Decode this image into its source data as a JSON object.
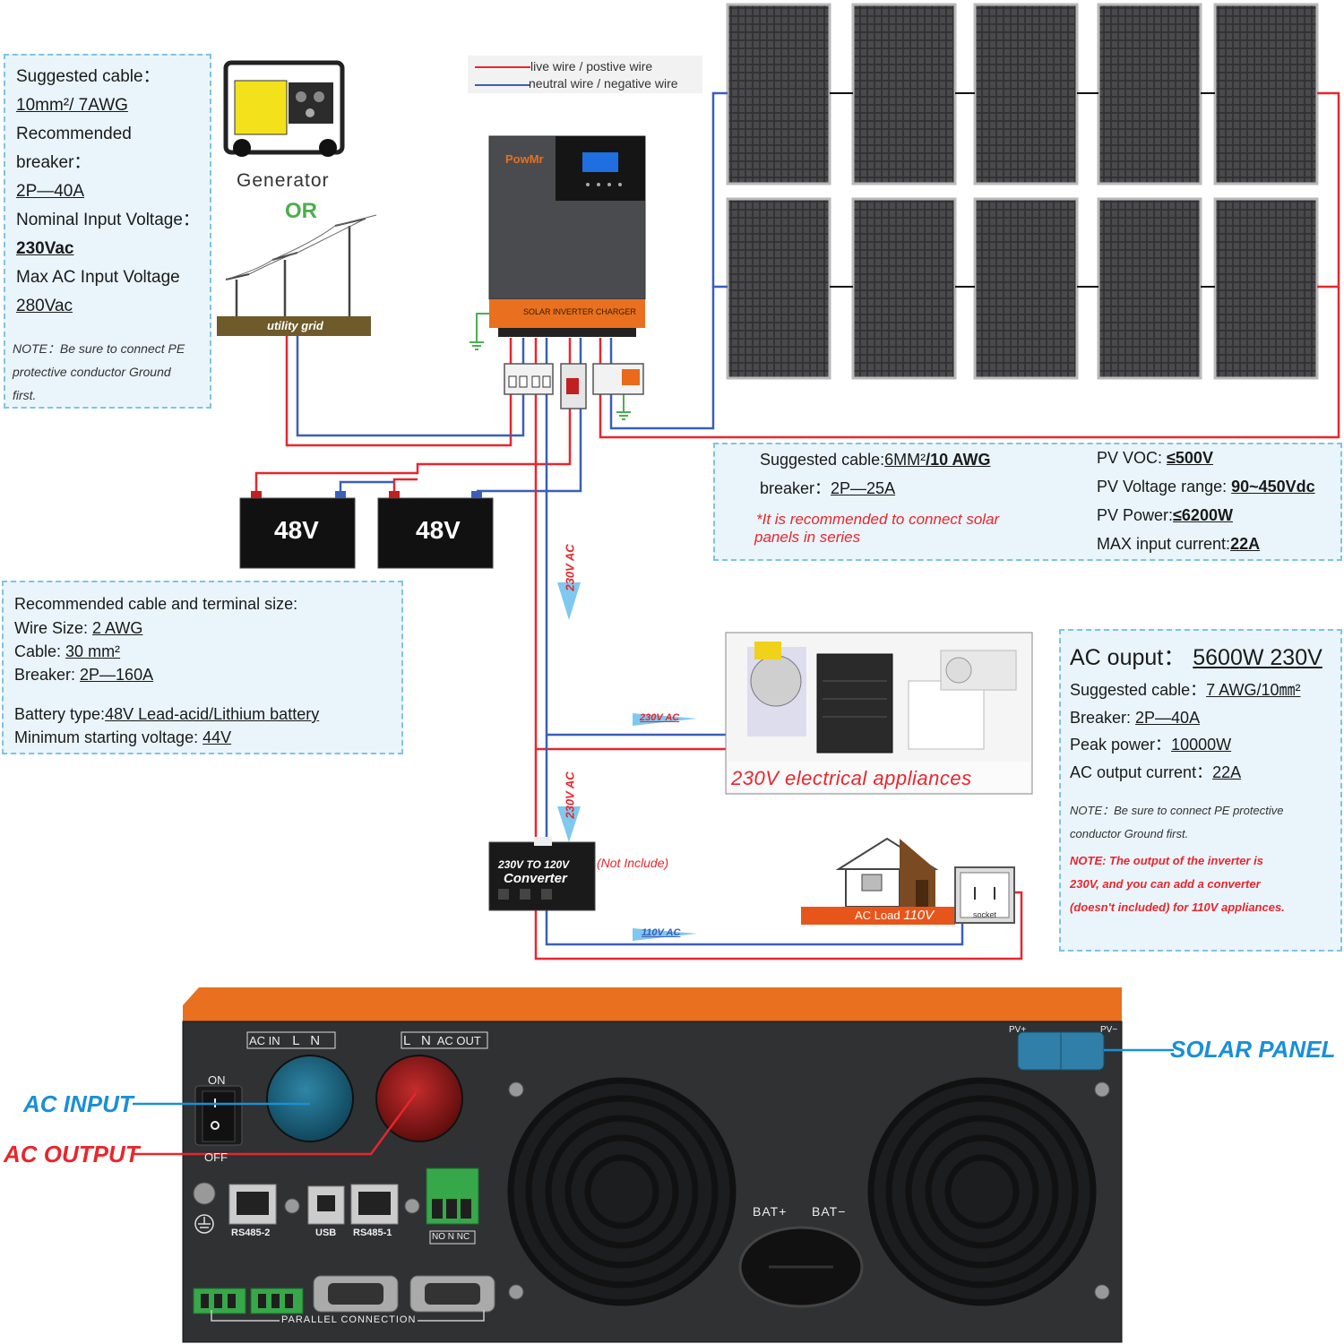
{
  "legend": {
    "live": "live wire / postive wire",
    "neutral": "neutral wire / negative wire",
    "live_color": "#e8262c",
    "neutral_color": "#3a5fb8"
  },
  "ac_input_box": {
    "l1": "Suggested cable：",
    "l2a": "10mm²",
    "l2b": "/ 7AWG",
    "l3": "Recommended breaker：",
    "l4": "2P—40A",
    "l5": "Nominal Input Voltage：",
    "l6": "230Vac",
    "l7": "Max AC Input Voltage",
    "l8": "280Vac",
    "note1": "NOTE：Be sure to  connect PE",
    "note2": "protective  conductor Ground",
    "note3": "first."
  },
  "sources": {
    "generator": "Generator",
    "or": "OR",
    "grid": "utility grid"
  },
  "inverter": {
    "brand": "PowMr",
    "label": "SOLAR INVERTER CHARGER"
  },
  "battery": {
    "left": "48V",
    "right": "48V"
  },
  "pv_box": {
    "cable_prefix": "Suggested cable:",
    "cable_mm": "6MM²",
    "cable_awg": "/10 AWG",
    "breaker_prefix": "breaker：",
    "breaker_val": "2P—25A",
    "series1": "*It is recommended to connect solar",
    "series2": "panels in series",
    "voc_prefix": "PV VOC: ",
    "voc_val": "≤500V",
    "range_prefix": "PV Voltage range: ",
    "range_val": "90~450Vdc",
    "power_prefix": "PV Power:",
    "power_val": "≤6200W",
    "current_prefix": "MAX input current:",
    "current_val": "22A"
  },
  "battery_box": {
    "title": "Recommended cable and terminal size:",
    "wire_prefix": "Wire Size: ",
    "wire_val": " 2 AWG",
    "cable_prefix": "Cable: ",
    "cable_val": " 30 mm²",
    "breaker_prefix": "Breaker: ",
    "breaker_val": "2P—160A",
    "type_prefix": "Battery type:",
    "type_val": "48V Lead-acid/Lithium battery",
    "min_prefix": "Minimum starting voltage: ",
    "min_val": "44V"
  },
  "flow": {
    "ac230_a": "230V AC",
    "ac230_b": "230V AC",
    "ac230_c": "230V AC",
    "ac110": "110V AC"
  },
  "appliances": {
    "caption": "230V electrical appliances"
  },
  "converter": {
    "line1": "230V TO 120V",
    "line2": "Converter",
    "not_include": "(Not Include)"
  },
  "load": {
    "label": "AC Load",
    "volt": "110V",
    "socket": "socket"
  },
  "ac_output_box": {
    "title_prefix": "AC ouput：",
    "title_val": "5600W 230V",
    "cable_prefix": "Suggested cable：",
    "cable_val": "7 AWG/10㎜²",
    "breaker_prefix": "Breaker: ",
    "breaker_val": " 2P—40A",
    "peak_prefix": "Peak power：",
    "peak_val": "10000W",
    "current_prefix": "AC output current：",
    "current_val": "22A",
    "note1": "NOTE：Be sure to  connect PE  protective",
    "note2": "conductor  Ground  first.",
    "red1": "NOTE: The output of the inverter is",
    "red2": "230V, and you can add a converter",
    "red3": "(doesn't included) for 110V appliances."
  },
  "panel": {
    "ac_in": "AC IN",
    "ln_in": "L N",
    "ln_out": "L N",
    "ac_out": "AC OUT",
    "on": "ON",
    "off": "OFF",
    "rs485_2": "RS485-2",
    "usb": "USB",
    "rs485_1": "RS485-1",
    "no": "NO",
    "n": "N",
    "nc": "NC",
    "bat_plus": "BAT+",
    "bat_minus": "BAT−",
    "pv_plus": "PV+",
    "pv_minus": "PV−",
    "parallel": "PARALLEL CONNECTION"
  },
  "callouts": {
    "ac_input": "AC INPUT",
    "ac_output": "AC OUTPUT",
    "solar_panel": "SOLAR PANEL"
  }
}
